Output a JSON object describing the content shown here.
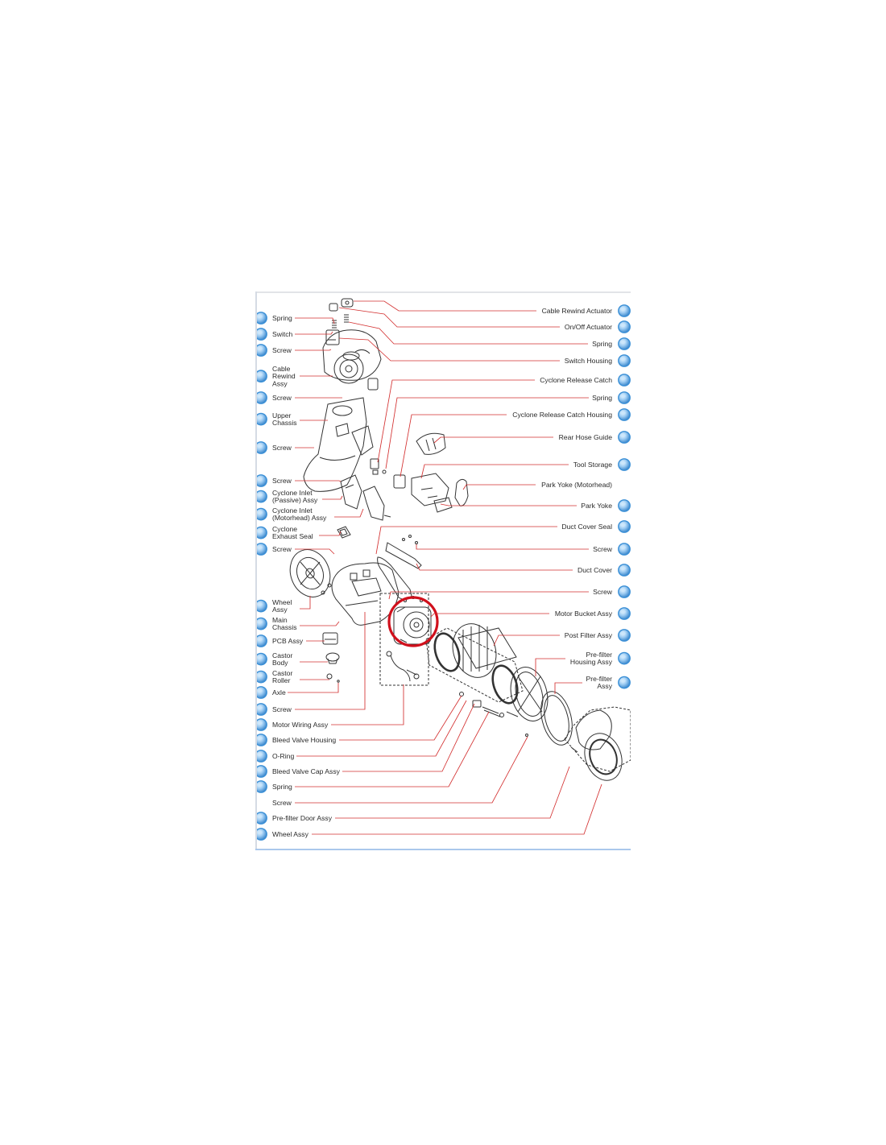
{
  "diagram": {
    "left_labels": [
      {
        "id": "spring-1",
        "lines": [
          "Spring"
        ]
      },
      {
        "id": "switch",
        "lines": [
          "Switch"
        ]
      },
      {
        "id": "screw-1",
        "lines": [
          "Screw"
        ]
      },
      {
        "id": "cable-rewind-assy",
        "lines": [
          "Cable",
          "Rewind",
          "Assy"
        ]
      },
      {
        "id": "screw-2",
        "lines": [
          "Screw"
        ]
      },
      {
        "id": "upper-chassis",
        "lines": [
          "Upper",
          "Chassis"
        ]
      },
      {
        "id": "screw-3",
        "lines": [
          "Screw"
        ]
      },
      {
        "id": "screw-4",
        "lines": [
          "Screw"
        ]
      },
      {
        "id": "cyclone-inlet-passive",
        "lines": [
          "Cyclone Inlet",
          "(Passive) Assy"
        ]
      },
      {
        "id": "cyclone-inlet-motorhead",
        "lines": [
          "Cyclone Inlet",
          "(Motorhead) Assy"
        ]
      },
      {
        "id": "cyclone-exhaust-seal",
        "lines": [
          "Cyclone",
          "Exhaust Seal"
        ]
      },
      {
        "id": "screw-5",
        "lines": [
          "Screw"
        ]
      },
      {
        "id": "wheel-assy-1",
        "lines": [
          "Wheel",
          "Assy"
        ]
      },
      {
        "id": "main-chassis",
        "lines": [
          "Main",
          "Chassis"
        ]
      },
      {
        "id": "pcb-assy",
        "lines": [
          "PCB Assy"
        ]
      },
      {
        "id": "castor-body",
        "lines": [
          "Castor",
          "Body"
        ]
      },
      {
        "id": "castor-roller",
        "lines": [
          "Castor",
          "Roller"
        ]
      },
      {
        "id": "axle",
        "lines": [
          "Axle"
        ]
      },
      {
        "id": "screw-6",
        "lines": [
          "Screw"
        ]
      },
      {
        "id": "motor-wiring-assy",
        "lines": [
          "Motor Wiring Assy"
        ]
      },
      {
        "id": "bleed-valve-housing",
        "lines": [
          "Bleed Valve Housing"
        ]
      },
      {
        "id": "o-ring",
        "lines": [
          "O-Ring"
        ]
      },
      {
        "id": "bleed-valve-cap-assy",
        "lines": [
          "Bleed Valve Cap Assy"
        ]
      },
      {
        "id": "spring-2",
        "lines": [
          "Spring"
        ]
      },
      {
        "id": "screw-7",
        "lines": [
          "Screw"
        ]
      },
      {
        "id": "pre-filter-door-assy",
        "lines": [
          "Pre-filter Door Assy"
        ]
      },
      {
        "id": "wheel-assy-2",
        "lines": [
          "Wheel Assy"
        ]
      }
    ],
    "right_labels": [
      {
        "id": "cable-rewind-actuator",
        "lines": [
          "Cable Rewind Actuator"
        ]
      },
      {
        "id": "on-off-actuator",
        "lines": [
          "On/Off Actuator"
        ]
      },
      {
        "id": "spring-r1",
        "lines": [
          "Spring"
        ]
      },
      {
        "id": "switch-housing",
        "lines": [
          "Switch Housing"
        ]
      },
      {
        "id": "cyclone-release-catch",
        "lines": [
          "Cyclone Release Catch"
        ]
      },
      {
        "id": "spring-r2",
        "lines": [
          "Spring"
        ]
      },
      {
        "id": "cyclone-release-catch-housing",
        "lines": [
          "Cyclone Release Catch Housing"
        ]
      },
      {
        "id": "rear-hose-guide",
        "lines": [
          "Rear Hose Guide"
        ]
      },
      {
        "id": "tool-storage",
        "lines": [
          "Tool Storage"
        ]
      },
      {
        "id": "park-yoke-motorhead",
        "lines": [
          "Park Yoke (Motorhead)"
        ]
      },
      {
        "id": "park-yoke",
        "lines": [
          "Park Yoke"
        ]
      },
      {
        "id": "duct-cover-seal",
        "lines": [
          "Duct Cover Seal"
        ]
      },
      {
        "id": "screw-r1",
        "lines": [
          "Screw"
        ]
      },
      {
        "id": "duct-cover",
        "lines": [
          "Duct Cover"
        ]
      },
      {
        "id": "screw-r2",
        "lines": [
          "Screw"
        ]
      },
      {
        "id": "motor-bucket-assy",
        "lines": [
          "Motor Bucket Assy"
        ]
      },
      {
        "id": "post-filter-assy",
        "lines": [
          "Post Filter Assy"
        ]
      },
      {
        "id": "pre-filter-housing-assy",
        "lines": [
          "Pre-filter",
          "Housing Assy"
        ]
      },
      {
        "id": "pre-filter-assy",
        "lines": [
          "Pre-filter",
          "Assy"
        ]
      }
    ],
    "highlighted_part": "Motor Bucket Assy",
    "colors": {
      "leader": "#d33030",
      "highlight": "#d0101c",
      "button": "#3a8fd6",
      "button_light": "#c9e6fb",
      "drawing": "#333333",
      "frame_bottom": "#aac8ec"
    }
  }
}
